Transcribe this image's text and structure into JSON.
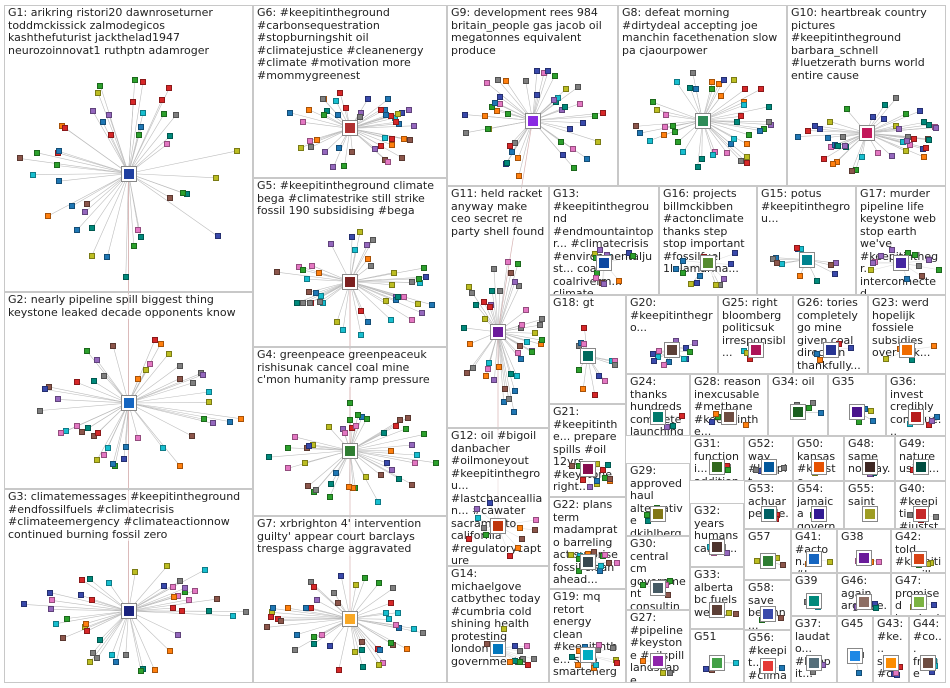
{
  "panels": [
    {
      "id": "G1",
      "label": "G1: arikring ristori20 dawnroseturner toddmckissick zalmodegicos kashthefuturist jackthelad1947 neurozoinnovat1 ruthptn adamroger",
      "color": "#1f3f9f"
    },
    {
      "id": "G6",
      "label": "G6: #keepitintheground #carbonsequestration #stopburningshit oil #climatejustice #cleanenergy #climate #motivation more #mommygreenest",
      "color": "#b03030"
    },
    {
      "id": "G9",
      "label": "G9: development rees 984 britain_people gas jacob oil megatonnes equivalent produce",
      "color": "#8a2be2"
    },
    {
      "id": "G8",
      "label": "G8: defeat morning #dirtydeal accepting joe manchin facethenation slow pa cjaourpower",
      "color": "#2e8b57"
    },
    {
      "id": "G10",
      "label": "G10: heartbreak country pictures #keepitintheground barbara_schnell #luetzerath burns world entire cause",
      "color": "#c2185b"
    },
    {
      "id": "G5",
      "label": "G5: #keepitintheground climate bega #climatestrike still strike fossil 190 subsidising #bega",
      "color": "#7b1f1f"
    },
    {
      "id": "G11",
      "label": "G11: held racket anyway make ceo secret re party shell found",
      "color": "#6a1b9a"
    },
    {
      "id": "G13",
      "label": "G13: #keepitintheground #endmountaintopr... #climatecrisis #environmentaljust... coal coalriverm... climate",
      "color": "#0d47a1"
    },
    {
      "id": "G16",
      "label": "G16: projects billmckibben #actonclimate thanks step stop important #fossilfuel 1lolamarina...",
      "color": "#558b2f"
    },
    {
      "id": "G15",
      "label": "G15: potus #keepitinthegrou...",
      "color": "#00838f"
    },
    {
      "id": "G17",
      "label": "G17: murder pipeline life keystone web stop earth we've #keepitinthegr... interconnected",
      "color": "#4527a0"
    },
    {
      "id": "G2",
      "label": "G2: nearly pipeline spill biggest thing keystone leaked decade opponents know",
      "color": "#1565c0"
    },
    {
      "id": "G4",
      "label": "G4: greenpeace greenpeaceuk rishisunak cancel coal mine c'mon humanity ramp pressure",
      "color": "#2e7d32"
    },
    {
      "id": "G18",
      "label": "G18: gt",
      "color": "#00695c"
    },
    {
      "id": "G20",
      "label": "G20: #keepitinthegro...",
      "color": "#5d4037"
    },
    {
      "id": "G25",
      "label": "G25: right bloomberg politicsuk irresponsibl...",
      "color": "#ad1457"
    },
    {
      "id": "G26",
      "label": "G26: tories completely go mine given coal direction thankfully...",
      "color": "#283593"
    },
    {
      "id": "G23",
      "label": "G23: werd hopelijk fossiele subsidies over ook...",
      "color": "#ef6c00"
    },
    {
      "id": "G24",
      "label": "G24: thanks hundreds complete launching letter...",
      "color": "#00796b"
    },
    {
      "id": "G28",
      "label": "G28: reason inexcusable #methane #keepitinthe...",
      "color": "#6d4c41"
    },
    {
      "id": "G34",
      "label": "G34: oil",
      "color": "#1b5e20"
    },
    {
      "id": "G35",
      "label": "G35",
      "color": "#4a148c"
    },
    {
      "id": "G36",
      "label": "G36: invest credibly continue...",
      "color": "#b71c1c"
    },
    {
      "id": "G21",
      "label": "G21: #keepitinthe... prepare spills #oil 12yrs #keystone right...",
      "color": "#880e4f"
    },
    {
      "id": "G31",
      "label": "G31: functioni... fuel addition...",
      "color": "#33691e"
    },
    {
      "id": "G52",
      "label": "G52: way #keepit...",
      "color": "#01579b"
    },
    {
      "id": "G50",
      "label": "G50: kansas #keysto...",
      "color": "#e65100"
    },
    {
      "id": "G48",
      "label": "G48: same norway...",
      "color": "#3e2723"
    },
    {
      "id": "G49",
      "label": "G49: nature using...",
      "color": "#004d40"
    },
    {
      "id": "G3",
      "label": "G3: climatemessages #keepitintheground #endfossilfuels #climatecrisis #climateemergency #climateactionnow continued burning fossil zero",
      "color": "#1a237e"
    },
    {
      "id": "G12",
      "label": "G12: oil #bigoil danbacher #oilmoneyout #keepitinthegrou... #lastchanceallian... #cawater sacramento california #regulatorycapture",
      "color": "#bf360c"
    },
    {
      "id": "G29",
      "label": "G29: approved haul alternative dkihlberg...",
      "color": "#827717"
    },
    {
      "id": "G53",
      "label": "G53: achuar people...",
      "color": "#006064"
    },
    {
      "id": "G54",
      "label": "G54: jamaica govern...",
      "color": "#311b92"
    },
    {
      "id": "G55",
      "label": "G55: saint",
      "color": "#9e9d24"
    },
    {
      "id": "G40",
      "label": "G40: #keepiti... #juststo...",
      "color": "#c62828"
    },
    {
      "id": "G22",
      "label": "G22: plans term madamprato barreling act surprise fossil clean ahead...",
      "color": "#37474f"
    },
    {
      "id": "G32",
      "label": "G32: years humans called...",
      "color": "#4e342e"
    },
    {
      "id": "G57",
      "label": "G57",
      "color": "#2e7d32"
    },
    {
      "id": "G41",
      "label": "G41: #acton... #keepit...",
      "color": "#1565c0"
    },
    {
      "id": "G38",
      "label": "G38",
      "color": "#6a1b9a"
    },
    {
      "id": "G42",
      "label": "G42: told #keepiti... spill bad...",
      "color": "#d84315"
    },
    {
      "id": "G30",
      "label": "G30: central cm government consulting saying...",
      "color": "#455a64"
    },
    {
      "id": "G7",
      "label": "G7: xrbrighton 4' intervention guilty' appear court barclays trespass charge aggravated",
      "color": "#f9a825"
    },
    {
      "id": "G14",
      "label": "G14: michaelgove catbythec today #cumbria cold shining health protesting london government's",
      "color": "#0277bd"
    },
    {
      "id": "G33",
      "label": "G33: alberta bc fuels west...",
      "color": "#5d4037"
    },
    {
      "id": "G39",
      "label": "G39",
      "color": "#00897b"
    },
    {
      "id": "G46",
      "label": "G46: again argume...",
      "color": "#8d6e63"
    },
    {
      "id": "G47",
      "label": "G47: promised laughed...",
      "color": "#7cb342"
    },
    {
      "id": "G58",
      "label": "G58: save beginn...",
      "color": "#3949ab"
    },
    {
      "id": "G19",
      "label": "G19: mq retort energy clean #keepitinthe... stop smartenergy...",
      "color": "#00acc1"
    },
    {
      "id": "G27",
      "label": "G27: #pipeline #keystone #oilspill landscape...",
      "color": "#8e24aa"
    },
    {
      "id": "G51",
      "label": "G51",
      "color": "#43a047"
    },
    {
      "id": "G56",
      "label": "G56: #keepit... #climat...",
      "color": "#e53935"
    },
    {
      "id": "G37",
      "label": "G37: laudato... #keepit...",
      "color": "#546e7a"
    },
    {
      "id": "G45",
      "label": "G45",
      "color": "#1e88e5"
    },
    {
      "id": "G43",
      "label": "G43: #ke... sun #clim...",
      "color": "#fb8c00"
    },
    {
      "id": "G44",
      "label": "G44: #co... fringe takin...",
      "color": "#6d4c41"
    }
  ]
}
